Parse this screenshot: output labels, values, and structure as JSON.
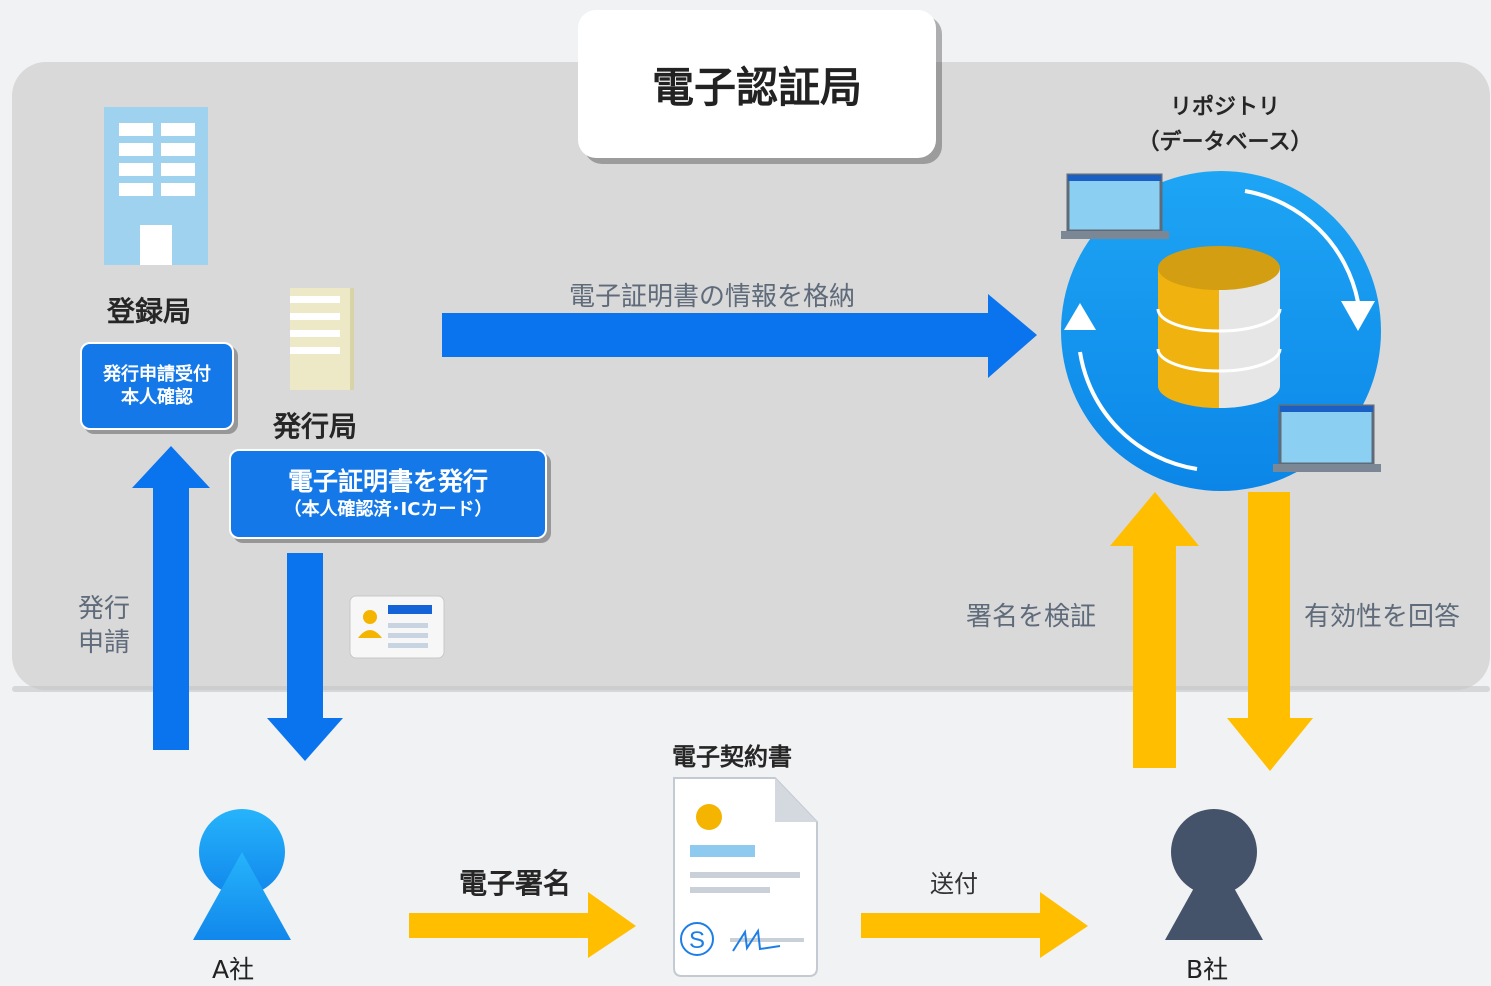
{
  "title": "電子認証局",
  "registration": {
    "label": "登録局",
    "box_line1": "発行申請受付",
    "box_line2": "本人確認"
  },
  "issuing": {
    "label": "発行局",
    "box_line1": "電子証明書を発行",
    "box_line2": "（本人確認済･ICカード）"
  },
  "repository": {
    "line1": "リポジトリ",
    "line2": "（データベース）"
  },
  "flows": {
    "store": "電子証明書の情報を格納",
    "apply_line1": "発行",
    "apply_line2": "申請",
    "verify": "署名を検証",
    "answer": "有効性を回答",
    "sign": "電子署名",
    "send": "送付"
  },
  "document": {
    "label": "電子契約書",
    "seal": "S"
  },
  "parties": {
    "a": "A社",
    "b": "B社"
  },
  "colors": {
    "blue_arrow": "#0a74ee",
    "yellow_arrow": "#ffbe00",
    "panel": "#d9d9d9",
    "person_a": "#1a9cf5",
    "person_b": "#44526a"
  }
}
